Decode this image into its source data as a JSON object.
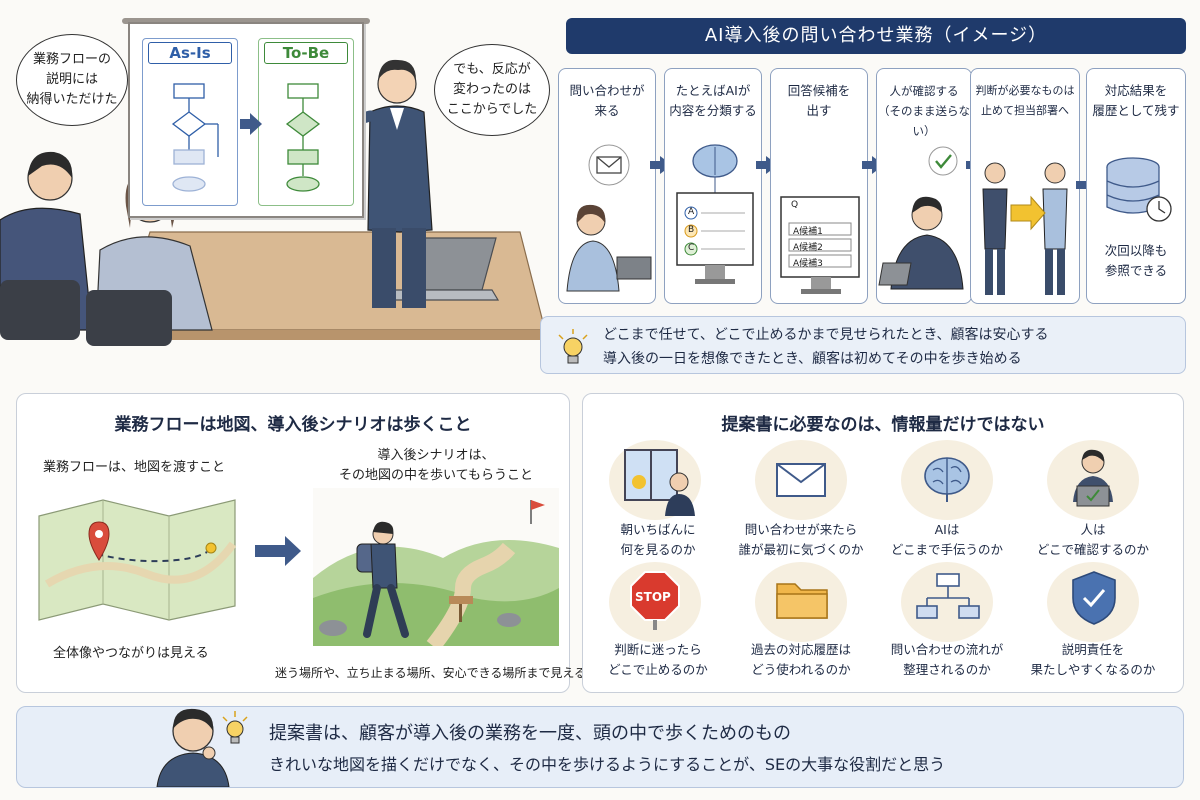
{
  "scene": {
    "bubble_left": [
      "業務フローの",
      "説明には",
      "納得いただけた"
    ],
    "bubble_right": [
      "でも、反応が",
      "変わったのは",
      "ここからでした"
    ],
    "asis_label": "As-Is",
    "tobe_label": "To-Be"
  },
  "flow": {
    "title": "AI導入後の問い合わせ業務（イメージ）",
    "steps": [
      {
        "lines": [
          "問い合わせが",
          "来る"
        ]
      },
      {
        "lines": [
          "たとえばAIが",
          "内容を分類する"
        ],
        "options": [
          "A",
          "B",
          "C"
        ]
      },
      {
        "lines": [
          "回答候補を",
          "出す"
        ],
        "candidates": [
          "Q",
          "A候補1",
          "A候補2",
          "A候補3"
        ]
      },
      {
        "lines": [
          "人が確認する",
          "（そのまま送らない）"
        ]
      },
      {
        "lines": [
          "判断が必要なものは",
          "止めて担当部署へ"
        ]
      },
      {
        "lines": [
          "対応結果を",
          "履歴として残す"
        ],
        "footer": [
          "次回以降も",
          "参照できる"
        ]
      }
    ],
    "insight": [
      "どこまで任せて、どこで止めるかまで見せられたとき、顧客は安心する",
      "導入後の一日を想像できたとき、顧客は初めてその中を歩き始める"
    ]
  },
  "map_panel": {
    "title": "業務フローは地図、導入後シナリオは歩くこと",
    "left_caption": "業務フローは、地図を渡すこと",
    "right_caption": [
      "導入後シナリオは、",
      "その地図の中を歩いてもらうこと"
    ],
    "left_bottom": "全体像やつながりは見える",
    "right_bottom": "迷う場所や、立ち止まる場所、安心できる場所まで見える"
  },
  "proposal_panel": {
    "title": "提案書に必要なのは、情報量だけではない",
    "items": [
      {
        "icon": "window-person-icon",
        "lines": [
          "朝いちばんに",
          "何を見るのか"
        ]
      },
      {
        "icon": "envelope-icon",
        "lines": [
          "問い合わせが来たら",
          "誰が最初に気づくのか"
        ]
      },
      {
        "icon": "brain-icon",
        "lines": [
          "AIは",
          "どこまで手伝うのか"
        ]
      },
      {
        "icon": "person-laptop-icon",
        "lines": [
          "人は",
          "どこで確認するのか"
        ]
      },
      {
        "icon": "stop-sign-icon",
        "lines": [
          "判断に迷ったら",
          "どこで止めるのか"
        ],
        "sign": "STOP"
      },
      {
        "icon": "folder-icon",
        "lines": [
          "過去の対応履歴は",
          "どう使われるのか"
        ]
      },
      {
        "icon": "flowchart-icon",
        "lines": [
          "問い合わせの流れが",
          "整理されるのか"
        ]
      },
      {
        "icon": "shield-check-icon",
        "lines": [
          "説明責任を",
          "果たしやすくなるのか"
        ]
      }
    ]
  },
  "banner": {
    "line1": "提案書は、顧客が導入後の業務を一度、頭の中で歩くためのもの",
    "line2": "きれいな地図を描くだけでなく、その中を歩けるようにすることが、SEの大事な役割だと思う"
  },
  "colors": {
    "navy": "#1f3a6b",
    "asis": "#2f5fa8",
    "tobe": "#3e8a3a",
    "accent_yellow": "#f2c230"
  }
}
